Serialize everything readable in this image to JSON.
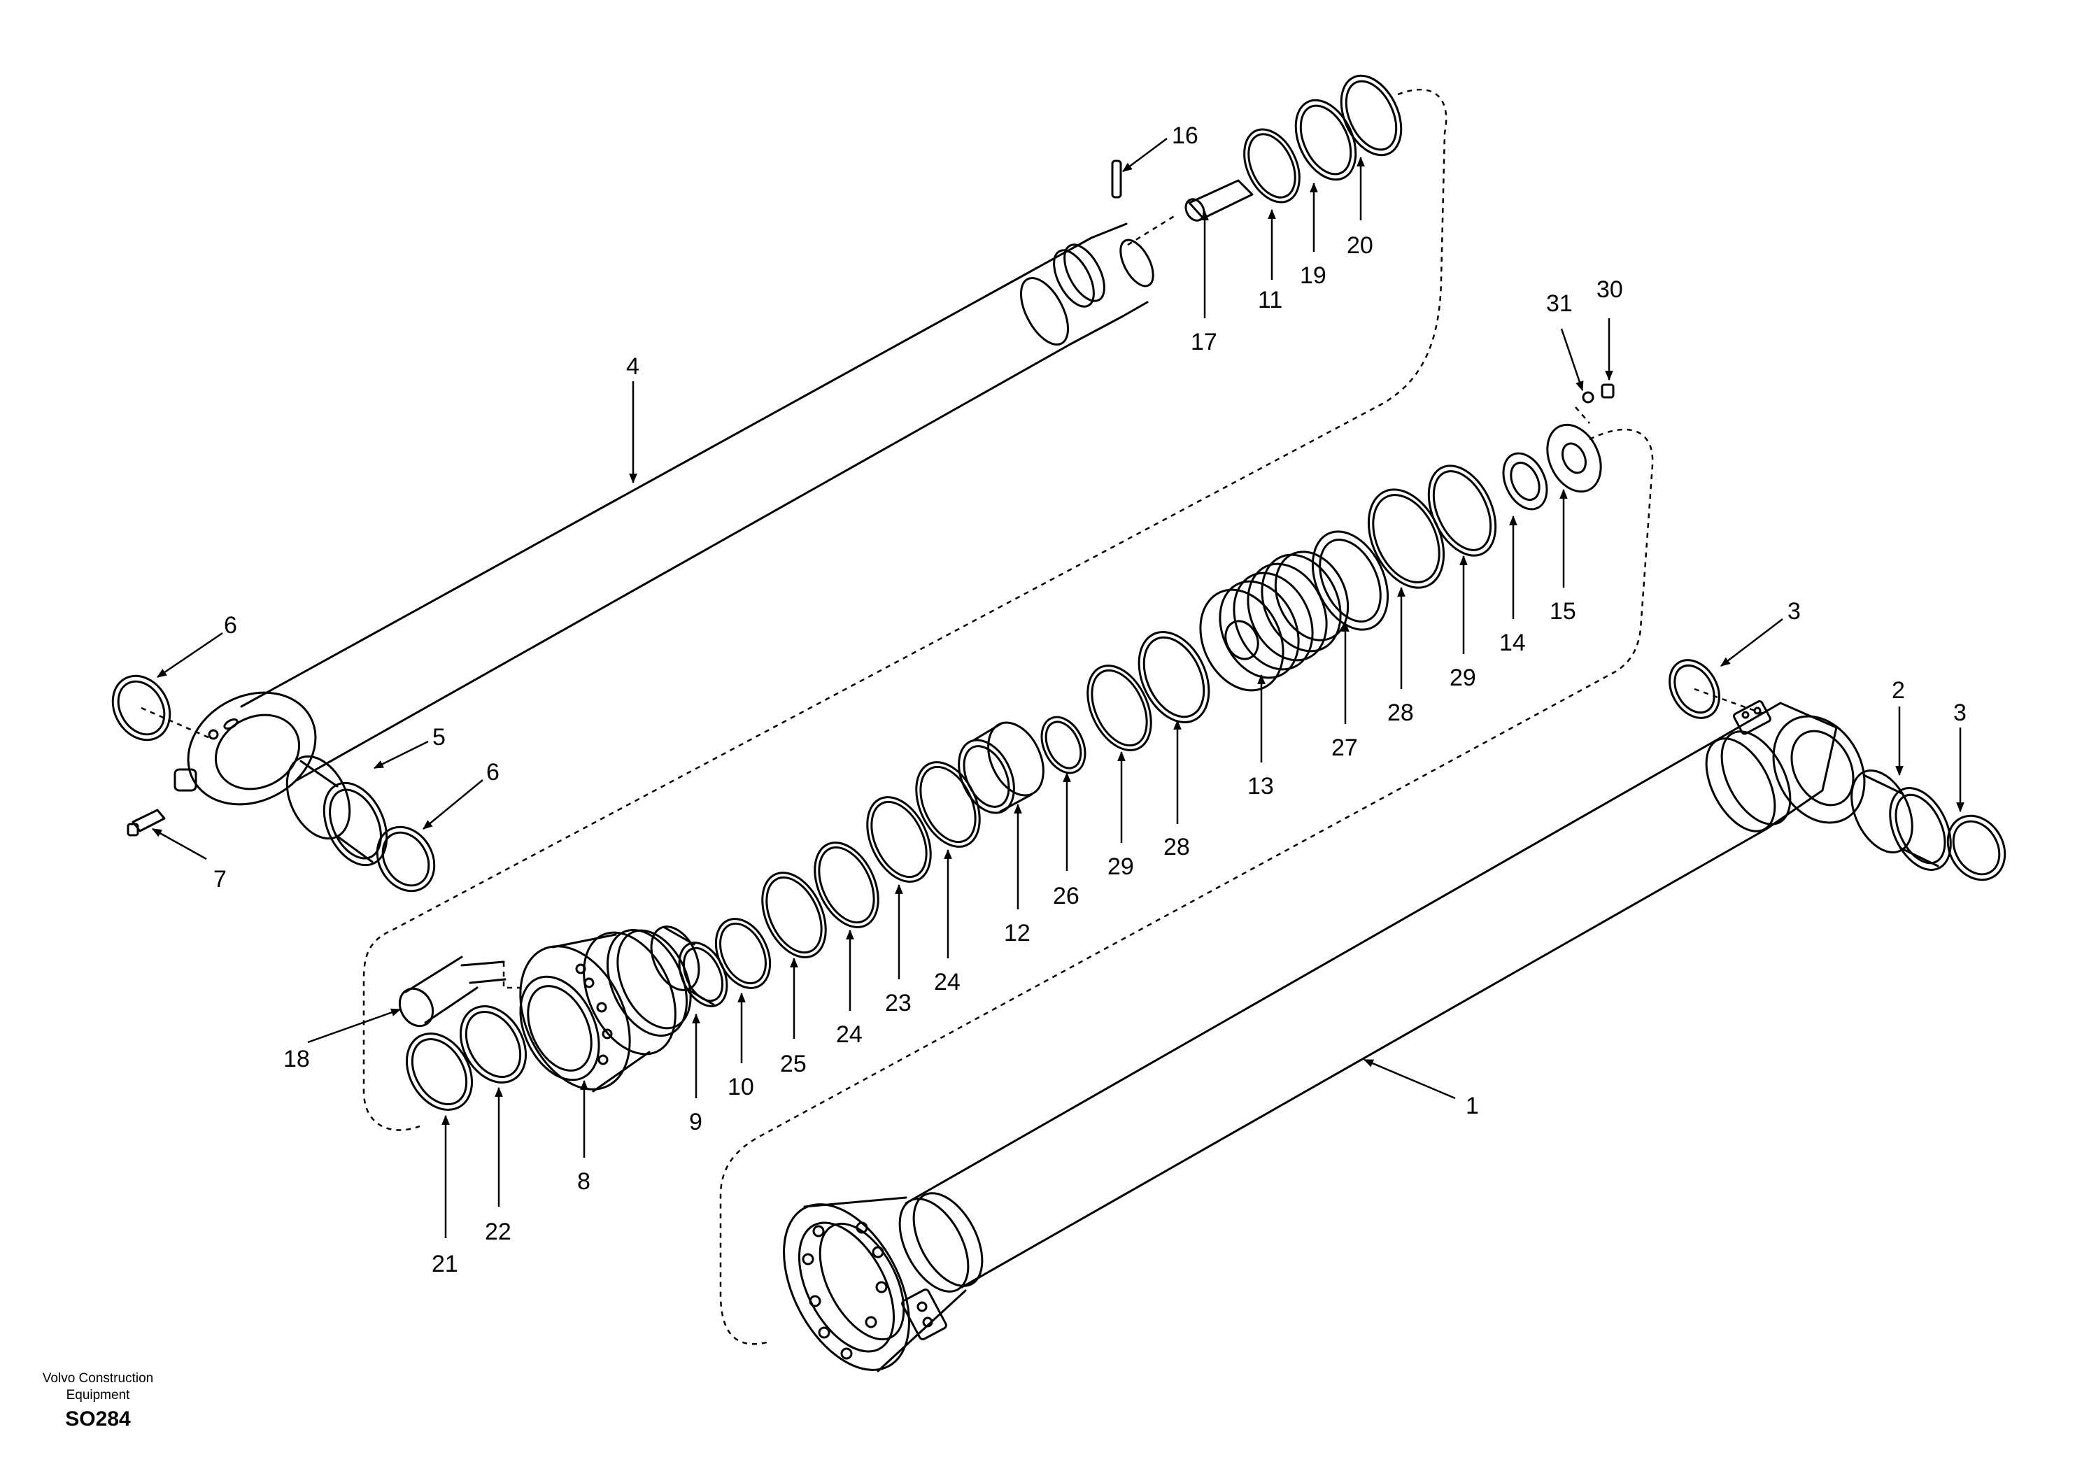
{
  "footer": {
    "company_line1": "Volvo Construction",
    "company_line2": "Equipment",
    "drawing_code": "SO284"
  },
  "callouts": {
    "c1": "1",
    "c2": "2",
    "c3a": "3",
    "c3b": "3",
    "c4": "4",
    "c5": "5",
    "c6a": "6",
    "c6b": "6",
    "c7": "7",
    "c8": "8",
    "c9": "9",
    "c10": "10",
    "c11": "11",
    "c12": "12",
    "c13": "13",
    "c14": "14",
    "c15": "15",
    "c16": "16",
    "c17": "17",
    "c18": "18",
    "c19": "19",
    "c20": "20",
    "c21": "21",
    "c22": "22",
    "c23": "23",
    "c24a": "24",
    "c24b": "24",
    "c25": "25",
    "c26": "26",
    "c27": "27",
    "c28a": "28",
    "c28b": "28",
    "c29a": "29",
    "c29b": "29",
    "c30": "30",
    "c31": "31"
  }
}
